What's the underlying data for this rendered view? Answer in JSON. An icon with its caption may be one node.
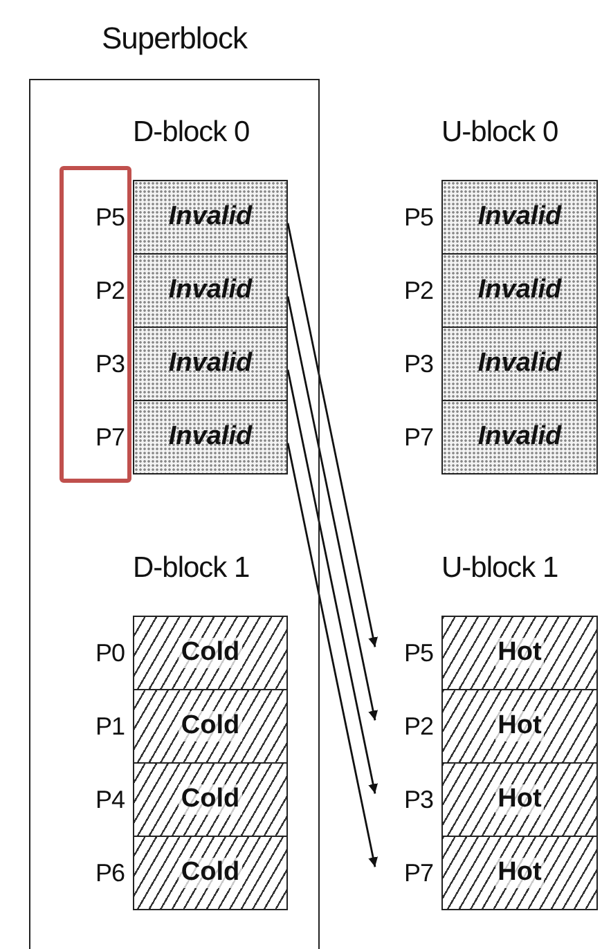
{
  "diagram": {
    "nodes": [
      {
        "text": [
          "Superblock"
        ]
      },
      {
        "text": [
          "Invalid"
        ],
        "beside": [
          "P5"
        ],
        "in": 0
      },
      {
        "text": [
          "Invalid"
        ],
        "beside": [
          "P2"
        ],
        "in": 0
      },
      {
        "text": [
          "Invalid"
        ],
        "beside": [
          "P3"
        ],
        "in": 0
      },
      {
        "text": [
          "Invalid"
        ],
        "beside": [
          "P7"
        ],
        "in": 0
      },
      {
        "text": [
          "Invalid"
        ],
        "beside": [
          "P5"
        ]
      },
      {
        "text": [
          "Invalid"
        ],
        "beside": [
          "P2"
        ]
      },
      {
        "text": [
          "Invalid"
        ],
        "beside": [
          "P3"
        ]
      },
      {
        "text": [
          "Invalid"
        ],
        "beside": [
          "P7"
        ]
      },
      {
        "text": [
          "Cold"
        ],
        "beside": [
          "P0"
        ],
        "in": 0
      },
      {
        "text": [
          "Cold"
        ],
        "beside": [
          "P1"
        ],
        "in": 0
      },
      {
        "text": [
          "Cold"
        ],
        "beside": [
          "P4"
        ],
        "in": 0
      },
      {
        "text": [
          "Cold"
        ],
        "beside": [
          "P6"
        ],
        "in": 0
      },
      {
        "text": [
          "Hot"
        ],
        "beside": [
          "P5"
        ]
      },
      {
        "text": [
          "Hot"
        ],
        "beside": [
          "P2"
        ]
      },
      {
        "text": [
          "Hot"
        ],
        "beside": [
          "P3"
        ]
      },
      {
        "text": [
          "Hot"
        ],
        "beside": [
          "P7"
        ]
      }
    ],
    "edges": [
      {
        "from": 1,
        "to": 13,
        "arrow": "to"
      },
      {
        "from": 2,
        "to": 14,
        "arrow": "to"
      },
      {
        "from": 3,
        "to": 15,
        "arrow": "to"
      },
      {
        "from": 4,
        "to": 16,
        "arrow": "to"
      }
    ],
    "labels": [
      "D-block 0",
      "U-block 0",
      "D-block 1",
      "U-block 1"
    ]
  }
}
